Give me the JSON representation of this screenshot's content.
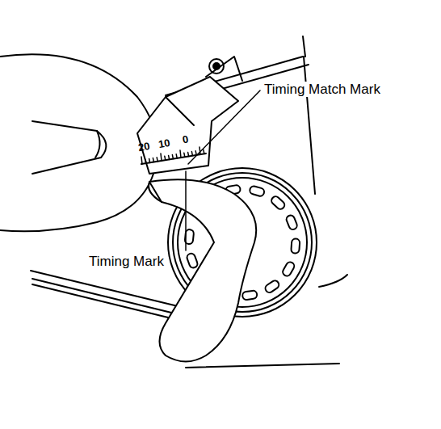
{
  "diagram": {
    "labels": [
      "Timing Match Mark",
      "20",
      "10",
      "0",
      "Timing Mark"
    ]
  }
}
